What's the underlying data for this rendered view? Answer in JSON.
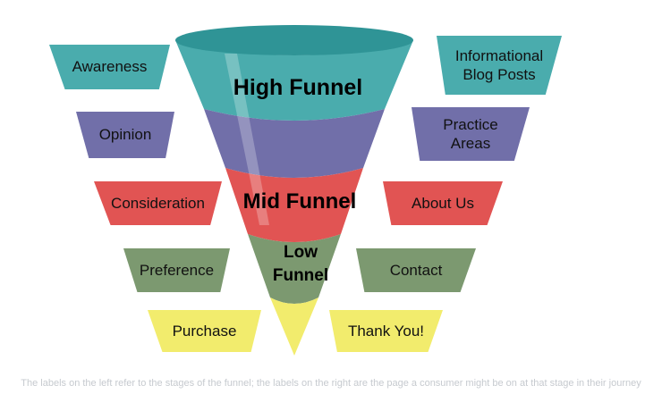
{
  "colors": {
    "teal": "#4aacad",
    "teal_rim": "#2f9496",
    "purple": "#716fa9",
    "red": "#e15453",
    "green": "#7c9970",
    "yellow": "#f2ec6d",
    "gloss": "#ffffff"
  },
  "funnel": {
    "high_label": "High Funnel",
    "mid_label": "Mid Funnel",
    "low_label": "Low Funnel"
  },
  "rows": [
    {
      "stage": "Awareness",
      "page": "Informational Blog Posts",
      "color": "#4aacad"
    },
    {
      "stage": "Opinion",
      "page": "Practice Areas",
      "color": "#716fa9"
    },
    {
      "stage": "Consideration",
      "page": "About Us",
      "color": "#e15453"
    },
    {
      "stage": "Preference",
      "page": "Contact",
      "color": "#7c9970"
    },
    {
      "stage": "Purchase",
      "page": "Thank You!",
      "color": "#f2ec6d"
    }
  ],
  "caption": "The labels on the left refer to the stages of the funnel; the labels on the right are the page a consumer might be on at that stage in their journey"
}
